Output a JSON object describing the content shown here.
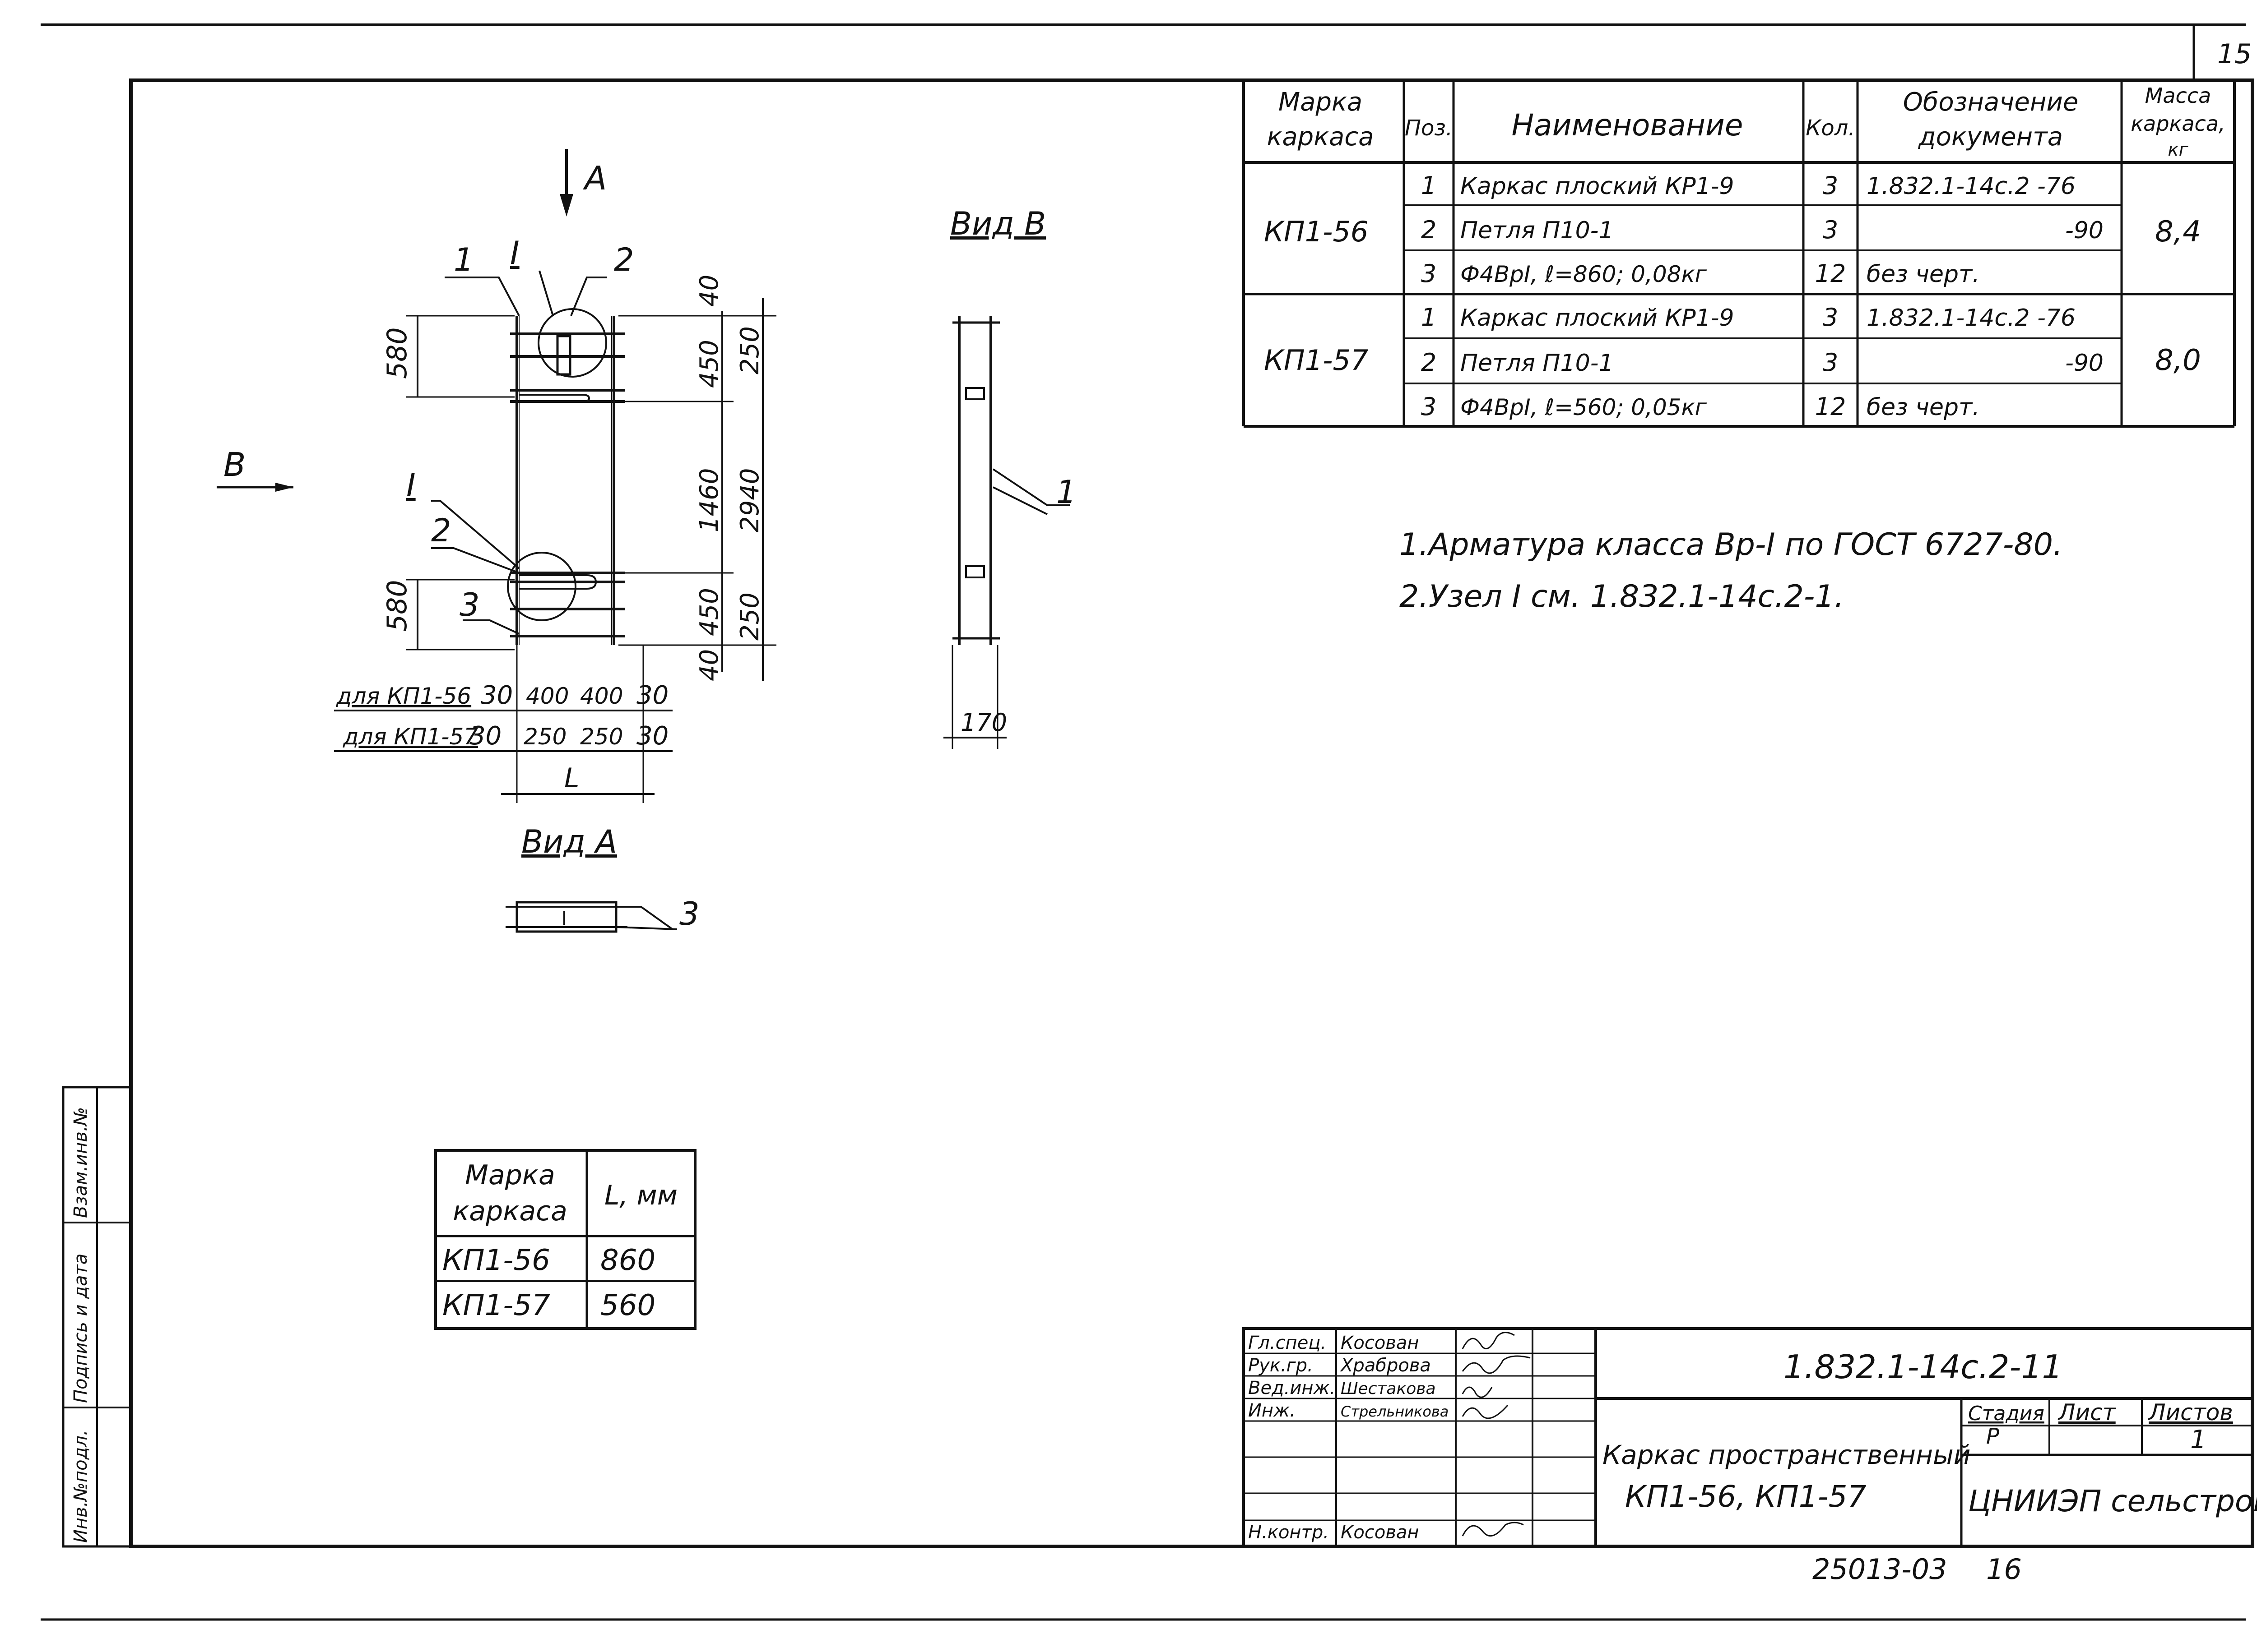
{
  "sheet_number": "15",
  "spec_table": {
    "headers": [
      "Марка каркаса",
      "Поз.",
      "Наименование",
      "Кол.",
      "Обозначение документа",
      "Масса каркаса, кг"
    ],
    "groups": [
      {
        "mark": "КП1-56",
        "mass": "8,4",
        "rows": [
          {
            "pos": "1",
            "name": "Каркас плоский КР1-9",
            "qty": "3",
            "doc": "1.832.1-14с.2 -76"
          },
          {
            "pos": "2",
            "name": "Петля П10-1",
            "qty": "3",
            "doc": "-90"
          },
          {
            "pos": "3",
            "name": "Ф4ВрI, ℓ=860;  0,08кг",
            "qty": "12",
            "doc": "без черт."
          }
        ]
      },
      {
        "mark": "КП1-57",
        "mass": "8,0",
        "rows": [
          {
            "pos": "1",
            "name": "Каркас плоский КР1-9",
            "qty": "3",
            "doc": "1.832.1-14с.2 -76"
          },
          {
            "pos": "2",
            "name": "Петля П10-1",
            "qty": "3",
            "doc": "-90"
          },
          {
            "pos": "3",
            "name": "Ф4ВрI, ℓ=560; 0,05кг",
            "qty": "12",
            "doc": "без черт."
          }
        ]
      }
    ]
  },
  "notes": [
    "1.Арматура класса Вр-I по ГОСТ 6727-80.",
    "2.Узел I см. 1.832.1-14с.2-1."
  ],
  "drawing": {
    "arrow_a": "А",
    "label_b": "В",
    "view_b_title": "Вид В",
    "view_a_title": "Вид А",
    "leaders": {
      "p1": "1",
      "p2": "2",
      "p3": "3",
      "node": "I"
    },
    "dims_vertical": {
      "d40": "40",
      "d250": "250",
      "d450": "450",
      "d1460": "1460",
      "d2940": "2940",
      "d580": "580"
    },
    "dim_row1_label": "для КП1-56",
    "dim_row1_values": [
      "30",
      "400",
      "400",
      "30"
    ],
    "dim_row2_label": "для КП1-57",
    "dim_row2_values": [
      "30",
      "250",
      "250",
      "30"
    ],
    "dim_l": "L",
    "view_b_dim": "170",
    "view_b_leader": "1"
  },
  "l_table": {
    "headers": [
      "Марка каркаса",
      "L, мм"
    ],
    "rows": [
      [
        "КП1-56",
        "860"
      ],
      [
        "КП1-57",
        "560"
      ]
    ]
  },
  "title_block": {
    "code": "1.832.1-14с.2-11",
    "title": "Каркас пространственный",
    "marks": "КП1-56,   КП1-57",
    "stage_header": "Стадия",
    "sheet_header": "Лист",
    "sheets_header": "Листов",
    "stage": "Р",
    "sheets_total": "1",
    "organization": "ЦНИИЭП сельстрой",
    "people": [
      {
        "role": "Гл.спец.",
        "name": "Косован"
      },
      {
        "role": "Рук.гр.",
        "name": "Храброва"
      },
      {
        "role": "Вед.инж.",
        "name": "Шестакова"
      },
      {
        "role": "Инж.",
        "name": "Стрельникова"
      },
      {
        "role": "",
        "name": ""
      },
      {
        "role": "",
        "name": ""
      },
      {
        "role": "Н.контр.",
        "name": "Косован"
      }
    ]
  },
  "side_stamp": [
    "Инв.№подл.",
    "Подпись и дата",
    "Взам.инв.№"
  ],
  "footer_number": "25013-03",
  "footer_page": "16"
}
